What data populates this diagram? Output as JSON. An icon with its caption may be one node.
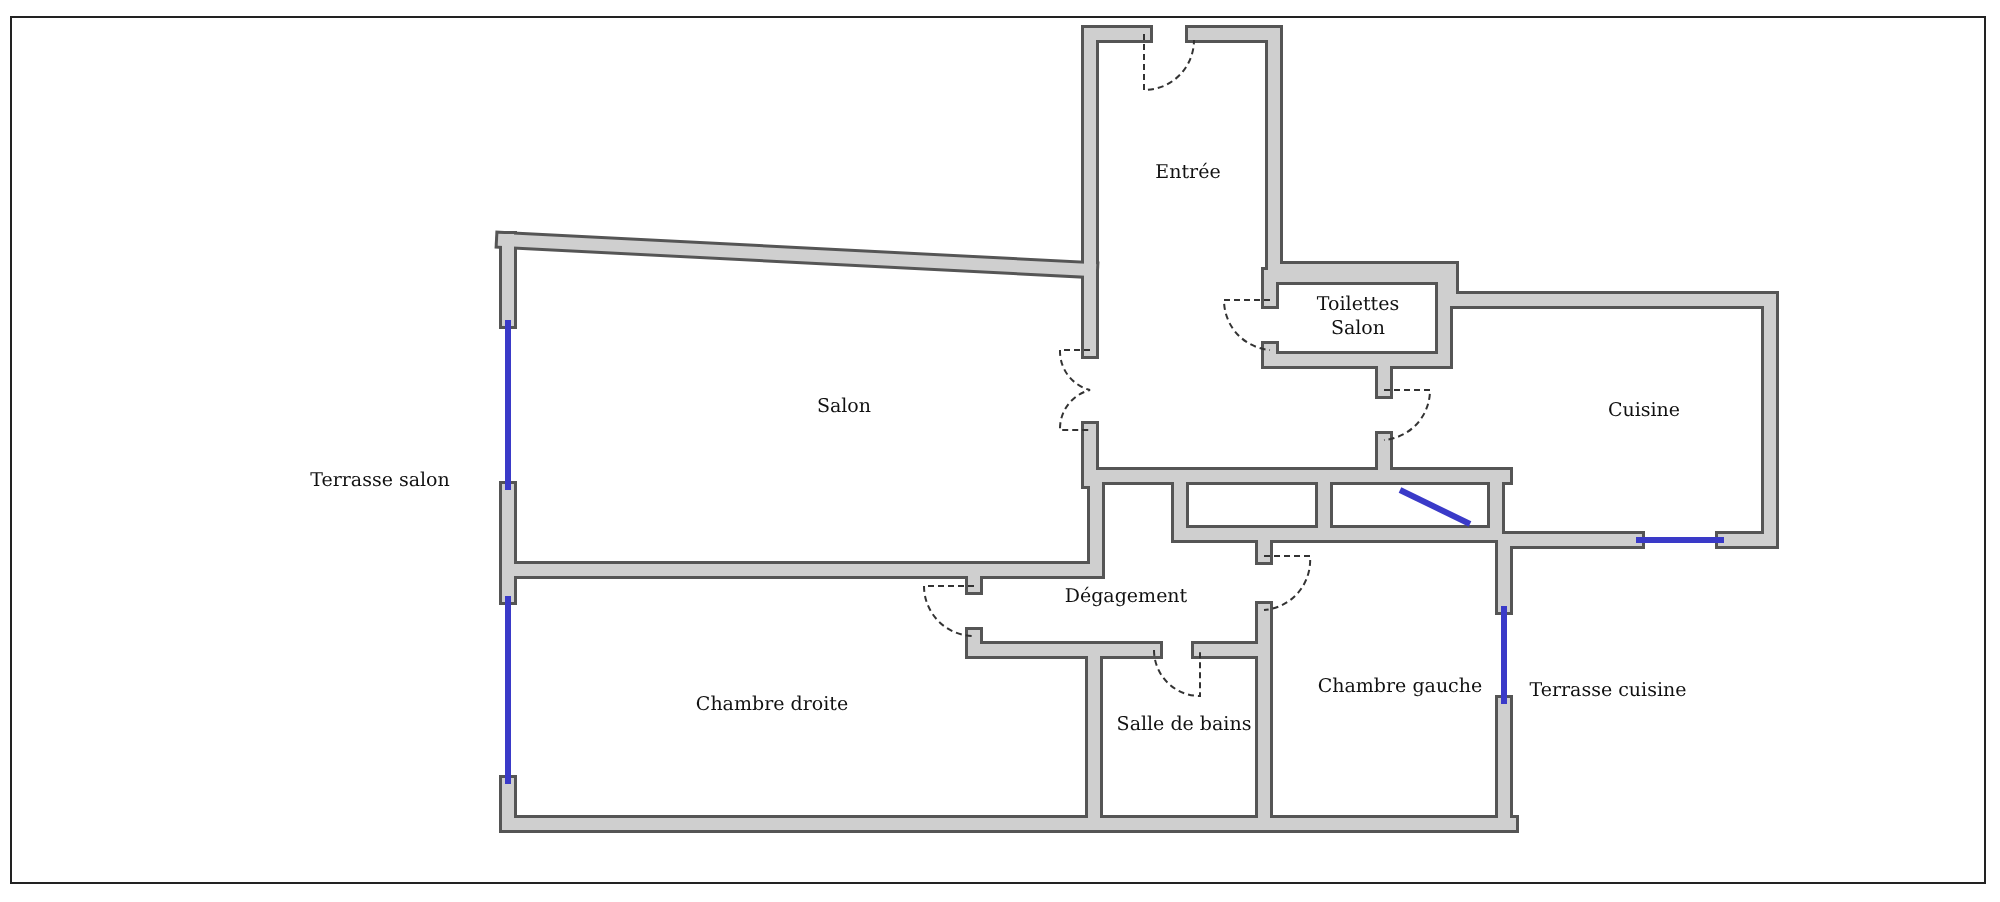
{
  "diagram": {
    "labels": [
      "Entrée",
      "Toilettes Salon",
      "Salon",
      "Cuisine",
      "Terrasse salon",
      "Dégagement",
      "Chambre gauche",
      "Terrasse cuisine",
      "Chambre droite",
      "Salle de bains"
    ]
  }
}
